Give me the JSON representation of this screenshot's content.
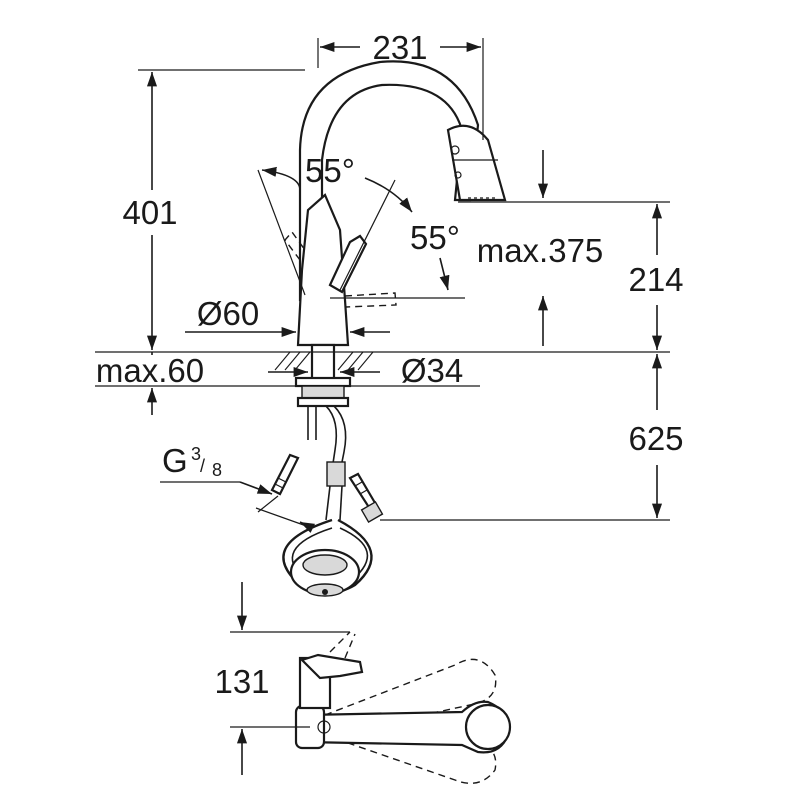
{
  "dimensions": {
    "spout_reach": "231",
    "total_height": "401",
    "angle_left": "55°",
    "angle_right": "55°",
    "max_height": "max.375",
    "spout_height": "214",
    "base_diameter": "Ø60",
    "deck_thickness": "max.60",
    "hole_diameter": "Ø34",
    "hose_length": "625",
    "connection_main": "G",
    "connection_num": "3",
    "connection_den": "8",
    "top_view_offset": "131"
  }
}
